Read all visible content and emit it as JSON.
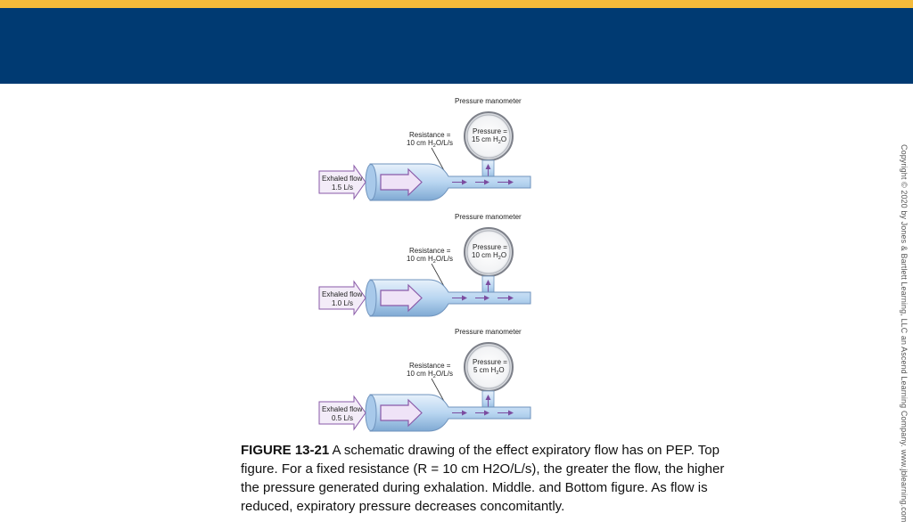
{
  "figure": {
    "panels": [
      {
        "manometer_label": "Pressure manometer",
        "pressure_label": "Pressure =",
        "pressure_value": "15 cm H",
        "pressure_sub": "2",
        "pressure_tail": "O",
        "resistance_label": "Resistance =",
        "resistance_value": "10 cm H",
        "resistance_sub": "2",
        "resistance_tail": "O/L/s",
        "flow_label": "Exhaled flow",
        "flow_value": "1.5 L/s"
      },
      {
        "manometer_label": "Pressure manometer",
        "pressure_label": "Pressure =",
        "pressure_value": "10 cm H",
        "pressure_sub": "2",
        "pressure_tail": "O",
        "resistance_label": "Resistance =",
        "resistance_value": "10 cm H",
        "resistance_sub": "2",
        "resistance_tail": "O/L/s",
        "flow_label": "Exhaled flow",
        "flow_value": "1.0 L/s"
      },
      {
        "manometer_label": "Pressure manometer",
        "pressure_label": "Pressure =",
        "pressure_value": "5 cm H",
        "pressure_sub": "2",
        "pressure_tail": "O",
        "resistance_label": "Resistance =",
        "resistance_value": "10 cm H",
        "resistance_sub": "2",
        "resistance_tail": "O/L/s",
        "flow_label": "Exhaled flow",
        "flow_value": "0.5 L/s"
      }
    ]
  },
  "caption": {
    "label": "FIGURE 13-21",
    "text": " A schematic drawing of the effect expiratory flow has on PEP. Top figure. For a fixed resistance (R = 10 cm H2O/L/s), the greater the flow, the higher the pressure generated during exhalation. Middle. and Bottom figure. As flow is reduced, expiratory pressure decreases concomitantly."
  },
  "copyright": "Copyright © 2020 by Jones & Bartlett Learning, LLC an Ascend Learning Company. www.jblearning.com",
  "colors": {
    "top_stripe": "#f5bb3a",
    "header_band": "#003a72",
    "tube_fill": "#bcd7f1",
    "arrow_fill": "#efe3f7",
    "arrow_stroke": "#8a5aa8"
  }
}
